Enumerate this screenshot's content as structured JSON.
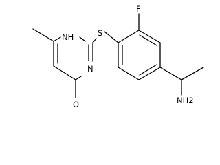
{
  "structure": {
    "atoms": {
      "nh": "NH",
      "n": "N",
      "o": "O",
      "s": "S",
      "f": "F",
      "nh2": "NH2"
    },
    "bond_color": "#000000",
    "background": "#ffffff"
  }
}
